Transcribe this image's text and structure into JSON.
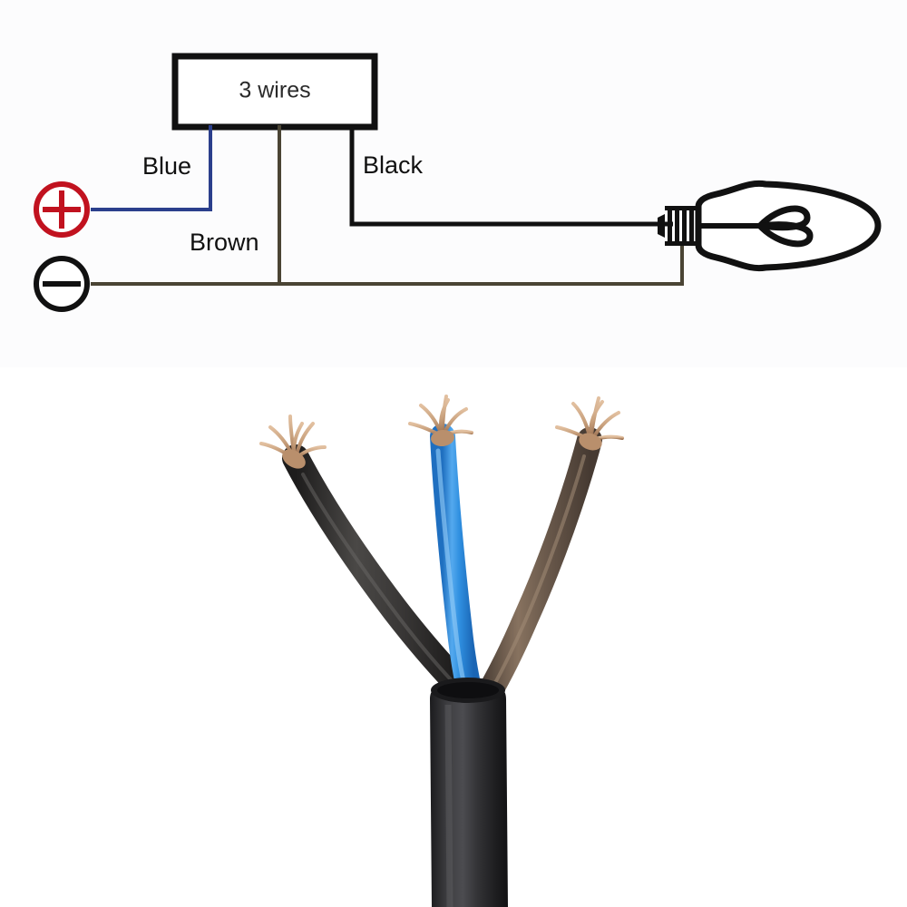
{
  "image": {
    "kind": "two-panel-figure",
    "panels": [
      "wiring-schematic",
      "cable-photograph"
    ]
  },
  "schematic": {
    "component_box": {
      "label": "3 wires"
    },
    "terminals": [
      {
        "name": "positive-terminal",
        "symbol": "+",
        "color": "#c1121f"
      },
      {
        "name": "negative-terminal",
        "symbol": "−",
        "color": "#111111"
      }
    ],
    "wire_labels": [
      {
        "id": "blue",
        "text": "Blue",
        "color": "#2b3f8c"
      },
      {
        "id": "brown",
        "text": "Brown",
        "color": "#4a4434"
      },
      {
        "id": "black",
        "text": "Black",
        "color": "#111111"
      }
    ],
    "load": {
      "name": "lamp",
      "type": "incandescent-bulb"
    },
    "colors": {
      "blue_wire": "#2b3f8c",
      "brown_wire": "#4a4434",
      "black_wire": "#111111",
      "plus_red": "#c1121f",
      "outline": "#111111",
      "panel_background": "#fcfcfd"
    }
  },
  "photo": {
    "subject": "3-core cable with stripped conductor ends",
    "jacket": {
      "name": "outer-sheath",
      "color": "#2a2a2c"
    },
    "conductors": [
      {
        "id": "black-conductor",
        "label": "Black",
        "color": "#2e2c2b",
        "position": "left"
      },
      {
        "id": "blue-conductor",
        "label": "Blue",
        "color": "#2f8fe0",
        "position": "center"
      },
      {
        "id": "brown-conductor",
        "label": "Brown",
        "color": "#6b5a4c",
        "position": "right"
      }
    ],
    "strand_color": "#c8a07c",
    "background": "#ffffff"
  }
}
